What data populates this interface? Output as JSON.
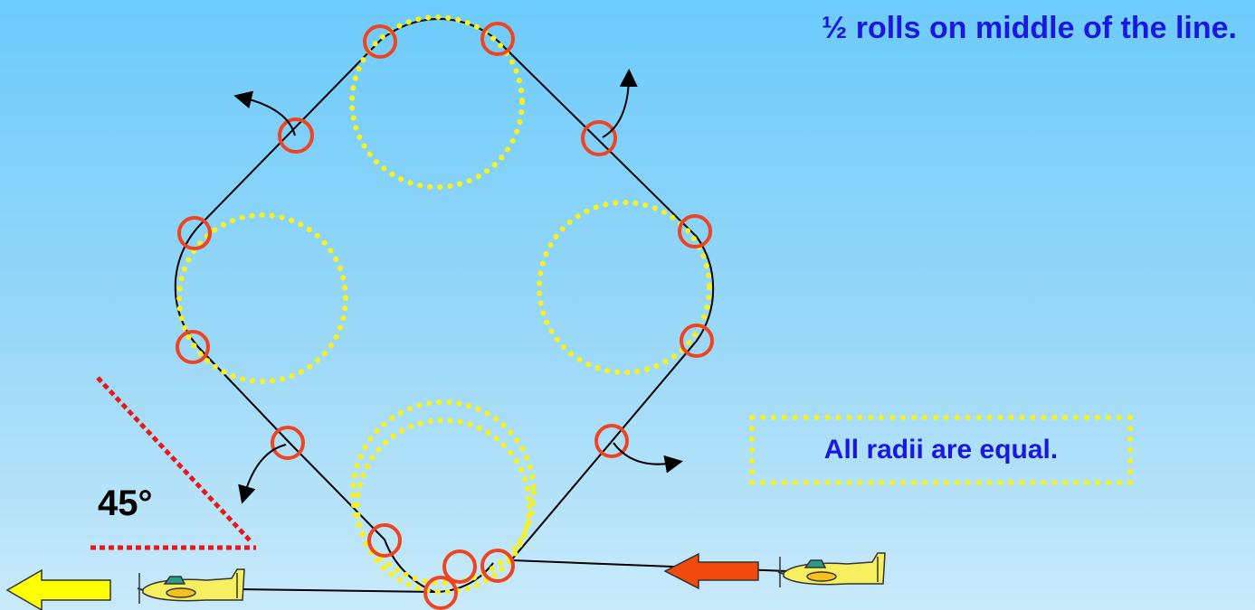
{
  "heading": "½ rolls on middle of the line.",
  "callout": "All radii are equal.",
  "angle_label": "45°",
  "colors": {
    "path": "#000000",
    "roll_marker": "#ee4422",
    "radius_circle": "#f7f21e",
    "text": "#1a18e0",
    "angle_line": "#e81818",
    "entry_arrow": "#f24a0c",
    "exit_arrow": "#ffff00",
    "airplane": "#f6f060",
    "canopy": "#2a9a8a"
  },
  "icons": [
    "airplane-icon",
    "entry-arrow-icon",
    "exit-arrow-icon",
    "roll-direction-arrow-icon"
  ]
}
